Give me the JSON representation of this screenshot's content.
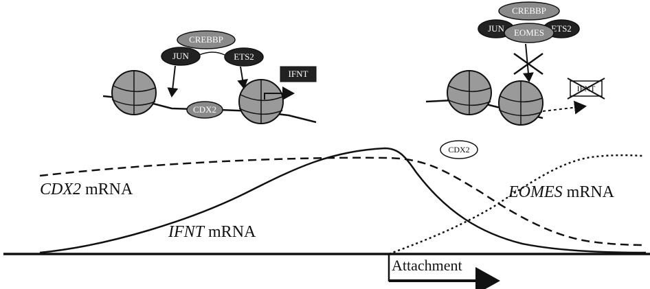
{
  "colors": {
    "ink": "#111111",
    "nucleosome_fill": "#9a9a9a",
    "protein_fill": "#8a8a8a",
    "dark_protein_fill": "#222222",
    "background": "#ffffff"
  },
  "left_complex": {
    "coactivator": "CREBBP",
    "factor_left": "JUN",
    "factor_right": "ETS2",
    "bound_factor": "CDX2",
    "gene": "IFNT"
  },
  "right_complex": {
    "coactivator": "CREBBP",
    "factor_left": "JUN",
    "factor_middle": "EOMES",
    "factor_right": "ETS2",
    "displaced_factor": "CDX2",
    "gene": "IFNT"
  },
  "curves": {
    "cdx2_label_italic": "CDX2",
    "cdx2_label_rest": " mRNA",
    "ifnt_label_italic": "IFNT",
    "ifnt_label_rest": " mRNA",
    "eomes_label_italic": "EOMES",
    "eomes_label_rest": " mRNA"
  },
  "attachment_label": "Attachment"
}
